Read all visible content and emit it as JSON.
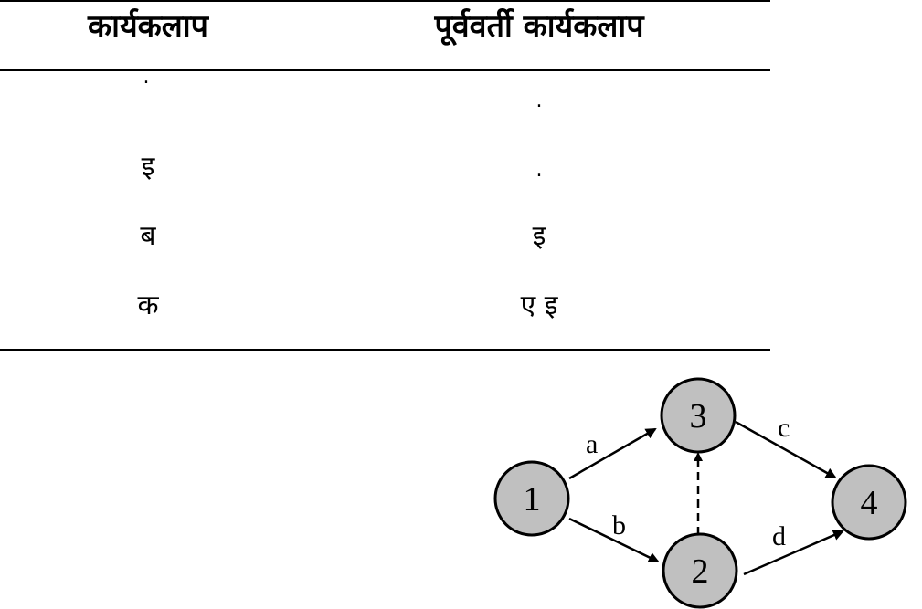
{
  "table": {
    "headers": {
      "activity": "कार्यकलाप",
      "predecessor": "पूर्ववर्ती कार्यकलाप"
    },
    "rows": [
      {
        "activity": ".",
        "predecessor": "."
      },
      {
        "activity": "इ",
        "predecessor": "."
      },
      {
        "activity": "ब",
        "predecessor": "इ"
      },
      {
        "activity": "क",
        "predecessor": "ए इ"
      }
    ]
  },
  "network": {
    "nodes": [
      {
        "id": "1",
        "label": "1"
      },
      {
        "id": "2",
        "label": "2"
      },
      {
        "id": "3",
        "label": "3"
      },
      {
        "id": "4",
        "label": "4"
      }
    ],
    "edges": [
      {
        "from": "1",
        "to": "3",
        "label": "a",
        "style": "solid"
      },
      {
        "from": "1",
        "to": "2",
        "label": "b",
        "style": "solid"
      },
      {
        "from": "3",
        "to": "4",
        "label": "c",
        "style": "solid"
      },
      {
        "from": "2",
        "to": "4",
        "label": "d",
        "style": "solid"
      },
      {
        "from": "2",
        "to": "3",
        "label": "",
        "style": "dashed"
      }
    ],
    "colors": {
      "node_fill": "#c0c0c0",
      "node_stroke": "#000000",
      "edge": "#000000"
    }
  }
}
